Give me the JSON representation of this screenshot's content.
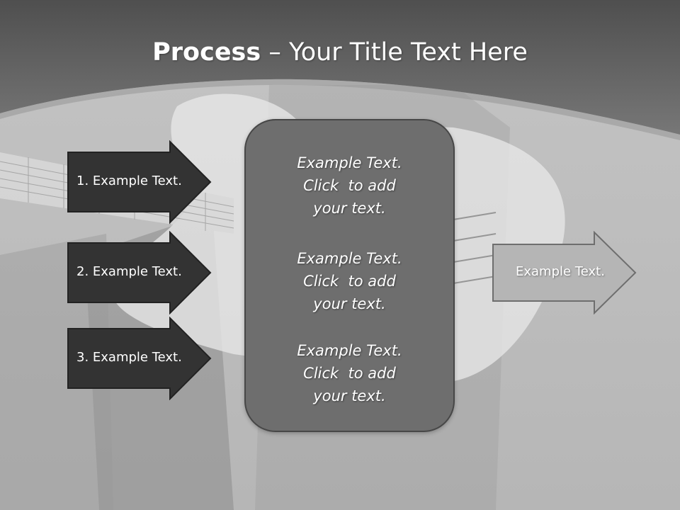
{
  "slide": {
    "title_bold": "Process",
    "title_rest": " – Your Title Text Here"
  },
  "inputs": [
    {
      "label": "1. Example Text."
    },
    {
      "label": "2. Example Text."
    },
    {
      "label": "3. Example Text."
    }
  ],
  "center": {
    "blocks": [
      {
        "lines": [
          "Example Text.",
          "Click  to add",
          "your text."
        ]
      },
      {
        "lines": [
          "Example Text.",
          "Click  to add",
          "your text."
        ]
      },
      {
        "lines": [
          "Example Text.",
          "Click  to add",
          "your text."
        ]
      }
    ]
  },
  "output": {
    "label": "Example Text."
  },
  "colors": {
    "dark_arrow_fill": "#333333",
    "center_fill": "#6e6e6e",
    "output_fill": "#b5b5b5"
  }
}
